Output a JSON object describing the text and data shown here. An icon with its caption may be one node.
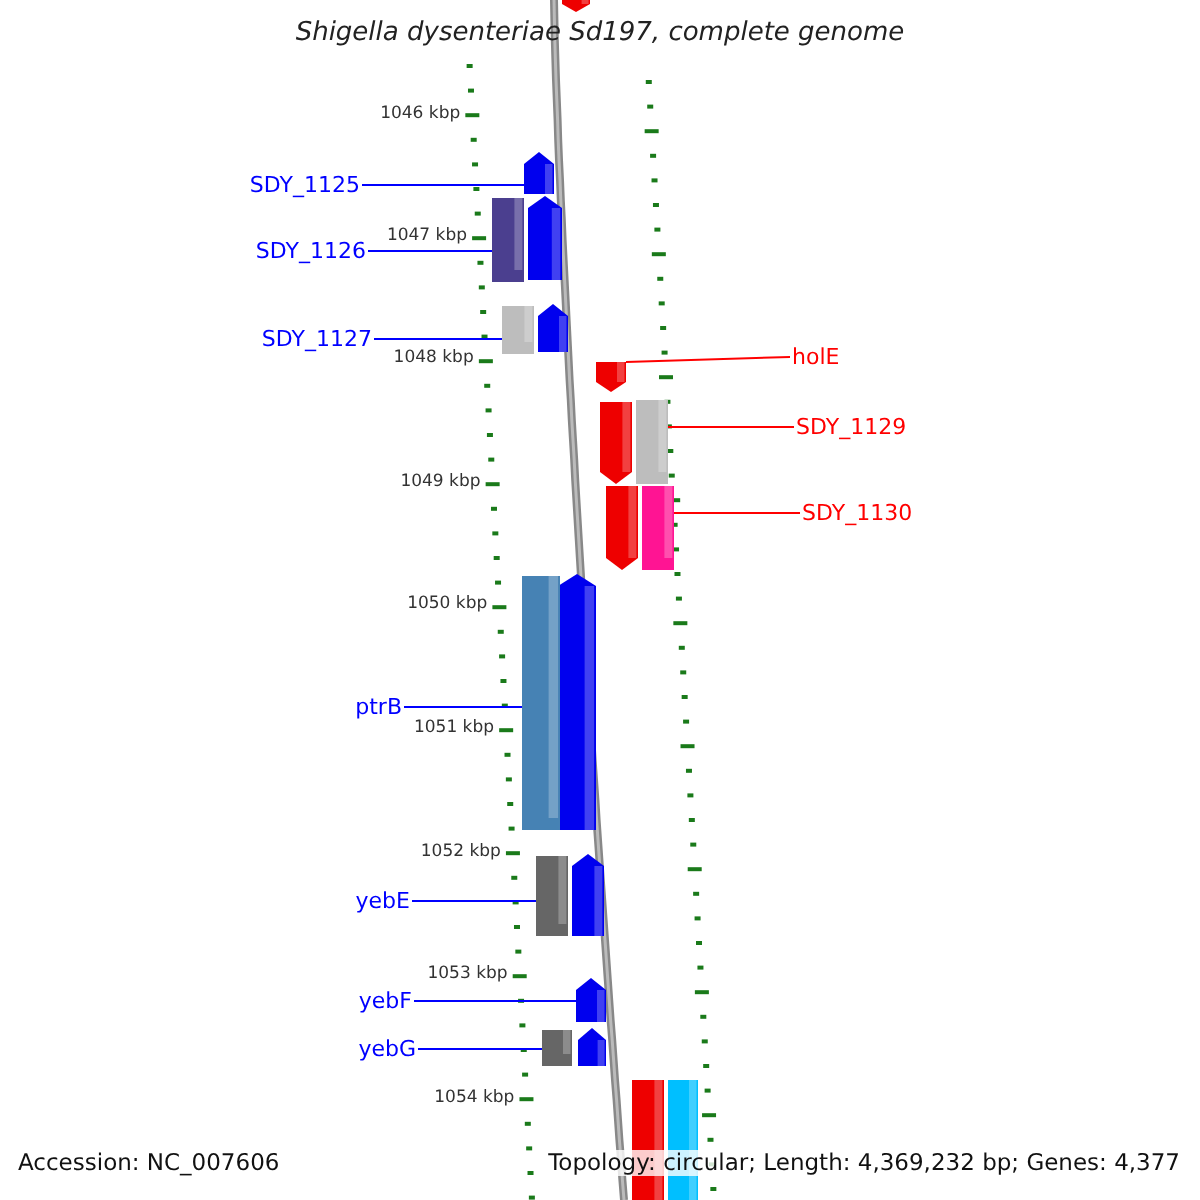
{
  "diagram": {
    "title": "Shigella dysenteriae Sd197, complete genome",
    "nodes": [
      {
        "text": [
          "SDY_1125"
        ]
      },
      {
        "text": [],
        "shape": "arrow"
      },
      {
        "text": [
          "SDY_1126"
        ]
      },
      {
        "text": [],
        "shape": "bar"
      },
      {
        "text": [
          "SDY_1127"
        ]
      },
      {
        "text": [],
        "shape": "bar"
      },
      {
        "text": [
          "holE"
        ]
      },
      {
        "text": [],
        "shape": "arrow"
      },
      {
        "text": [
          "SDY_1129"
        ]
      },
      {
        "text": [],
        "shape": "bar"
      },
      {
        "text": [
          "SDY_1130"
        ]
      },
      {
        "text": [],
        "shape": "bar"
      },
      {
        "text": [
          "ptrB"
        ]
      },
      {
        "text": [],
        "shape": "bar"
      },
      {
        "text": [
          "yebE"
        ]
      },
      {
        "text": [],
        "shape": "bar"
      },
      {
        "text": [
          "yebF"
        ]
      },
      {
        "text": [],
        "shape": "arrow"
      },
      {
        "text": [
          "yebG"
        ]
      },
      {
        "text": [],
        "shape": "bar"
      }
    ],
    "edges": [
      {
        "from": 0,
        "to": 1,
        "arrow": "none"
      },
      {
        "from": 2,
        "to": 3,
        "arrow": "none"
      },
      {
        "from": 4,
        "to": 5,
        "arrow": "none"
      },
      {
        "from": 6,
        "to": 7,
        "arrow": "none",
        "color": "#ff0000"
      },
      {
        "from": 8,
        "to": 9,
        "arrow": "none",
        "color": "#ff0000"
      },
      {
        "from": 10,
        "to": 11,
        "arrow": "none",
        "color": "#ff0000"
      },
      {
        "from": 12,
        "to": 13,
        "arrow": "none"
      },
      {
        "from": 14,
        "to": 15,
        "arrow": "none"
      },
      {
        "from": 16,
        "to": 17,
        "arrow": "none"
      },
      {
        "from": 18,
        "to": 19,
        "arrow": "none"
      }
    ],
    "labels": [
      "1046 kbp",
      "1047 kbp",
      "1048 kbp",
      "1049 kbp",
      "1050 kbp",
      "1051 kbp",
      "1052 kbp",
      "1053 kbp",
      "1054 kbp",
      "Accession: NC_007606",
      "Topology: circular; Length: 4,369,232 bp; Genes: 4,377"
    ]
  }
}
